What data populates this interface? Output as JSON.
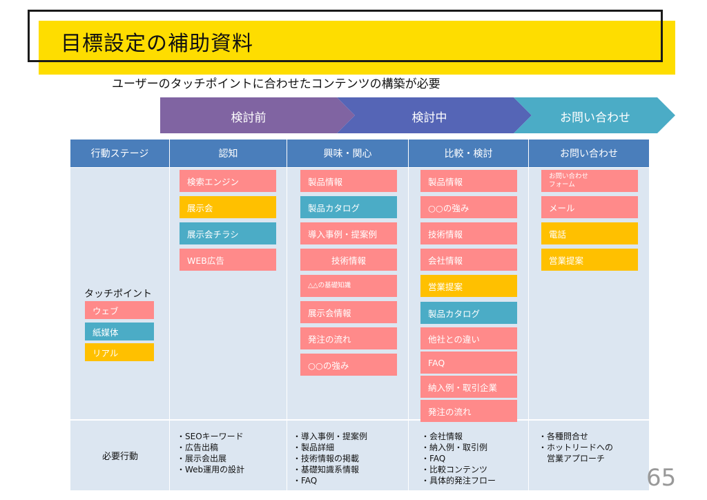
{
  "title": "目標設定の補助資料",
  "subtitle": "ユーザーのタッチポイントに合わせたコンテンツの構築が必要",
  "phases": [
    "検討前",
    "検討中",
    "お問い合わせ"
  ],
  "colors": {
    "title_bar": "#fedd00",
    "header": "#4a7ebb",
    "cell": "#dce6f1",
    "web": "#ff8a8a",
    "paper": "#4bacc6",
    "real": "#ffc000",
    "phase1": "#8064a2",
    "phase2": "#5565b6",
    "phase3": "#4bacc6"
  },
  "table": {
    "headers": [
      "行動ステージ",
      "認知",
      "興味・関心",
      "比較・検討",
      "お問い合わせ"
    ],
    "touchpoint_label": "タッチポイント",
    "legend": [
      {
        "label": "ウェブ",
        "type": "web"
      },
      {
        "label": "紙媒体",
        "type": "paper"
      },
      {
        "label": "リアル",
        "type": "real"
      }
    ],
    "columns": [
      {
        "items": [
          {
            "label": "検索エンジン",
            "type": "web"
          },
          {
            "label": "展示会",
            "type": "real"
          },
          {
            "label": "展示会チラシ",
            "type": "paper"
          },
          {
            "label": "WEB広告",
            "type": "web"
          }
        ]
      },
      {
        "items": [
          {
            "label": "製品情報",
            "type": "web"
          },
          {
            "label": "製品カタログ",
            "type": "paper"
          },
          {
            "label": "導入事例・提案例",
            "type": "web"
          },
          {
            "label": "技術情報",
            "type": "web"
          },
          {
            "label": "△△の基礎知識",
            "type": "web"
          },
          {
            "label": "展示会情報",
            "type": "web"
          },
          {
            "label": "発注の流れ",
            "type": "web"
          },
          {
            "label": "○○の強み",
            "type": "web"
          }
        ]
      },
      {
        "items": [
          {
            "label": "製品情報",
            "type": "web"
          },
          {
            "label": "○○の強み",
            "type": "web"
          },
          {
            "label": "技術情報",
            "type": "web"
          },
          {
            "label": "会社情報",
            "type": "web"
          },
          {
            "label": "営業提案",
            "type": "real"
          },
          {
            "label": "製品カタログ",
            "type": "paper"
          },
          {
            "label": "他社との違い",
            "type": "web"
          },
          {
            "label": "FAQ",
            "type": "web"
          },
          {
            "label": "納入例・取引企業",
            "type": "web"
          },
          {
            "label": "発注の流れ",
            "type": "web"
          }
        ]
      },
      {
        "items": [
          {
            "label": "お問い合わせ\nフォーム",
            "type": "web"
          },
          {
            "label": "メール",
            "type": "web"
          },
          {
            "label": "電話",
            "type": "real"
          },
          {
            "label": "営業提案",
            "type": "real"
          }
        ]
      }
    ],
    "required_label": "必要行動",
    "required": [
      "・SEOキーワード\n・広告出稿\n・展示会出展\n・Web運用の設計",
      "・導入事例・提案例\n・製品詳細\n・技術情報の掲載\n・基礎知識系情報\n・FAQ",
      "・会社情報\n・納入例・取引例\n・FAQ\n・比較コンテンツ\n・具体的発注フロー",
      "・各種問合せ\n・ホットリードへの\n　営業アプローチ"
    ]
  },
  "page_number": "65"
}
